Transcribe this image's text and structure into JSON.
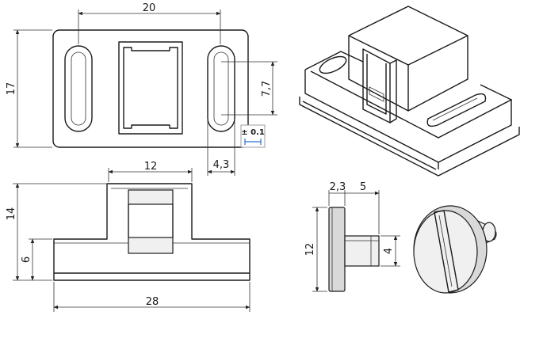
{
  "dimensions": {
    "top_width": "20",
    "top_height": "17",
    "slot_pitch": "7,7",
    "slot_offset": "4,3",
    "tolerance": "± 0.1",
    "side_top_width": "12",
    "side_total_width": "28",
    "side_total_height": "14",
    "side_base_height": "6",
    "screw_head_thickness": "2,3",
    "screw_shank_length": "5",
    "screw_head_diameter": "12",
    "screw_shank_diameter": "4"
  }
}
